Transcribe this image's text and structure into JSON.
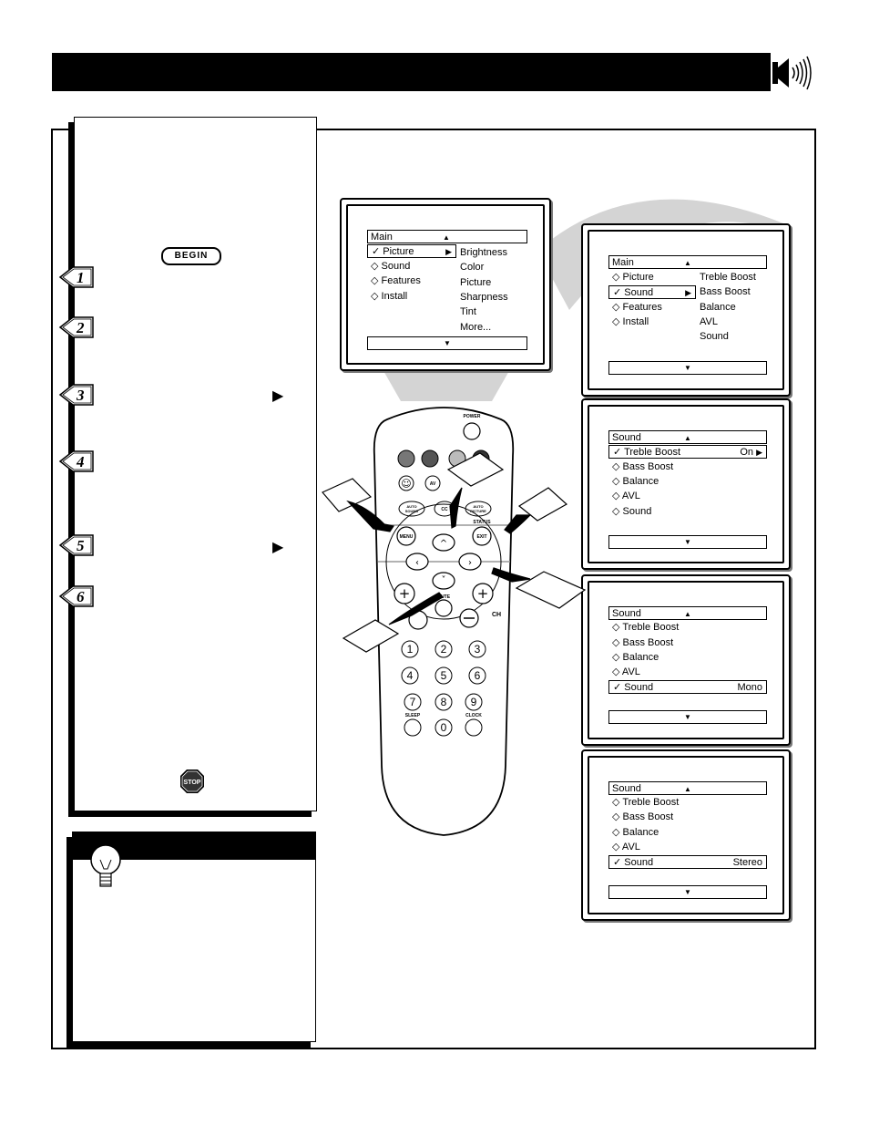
{
  "header": {
    "icon": "speaker-sound-icon"
  },
  "steps_panel": {
    "begin_label": "BEGIN",
    "steps": [
      "1",
      "2",
      "3",
      "4",
      "5",
      "6"
    ],
    "stop_label": "STOP"
  },
  "tip_panel": {
    "icon": "lightbulb-icon"
  },
  "screens": {
    "main_picture": {
      "header": "Main",
      "items": [
        "Picture",
        "Sound",
        "Features",
        "Install"
      ],
      "selected": "Picture",
      "submenu": [
        "Brightness",
        "Color",
        "Picture",
        "Sharpness",
        "Tint",
        "More..."
      ]
    },
    "main_sound": {
      "header": "Main",
      "items": [
        "Picture",
        "Sound",
        "Features",
        "Install"
      ],
      "selected": "Sound",
      "submenu": [
        "Treble Boost",
        "Bass Boost",
        "Balance",
        "AVL",
        "Sound"
      ]
    },
    "sound_treble": {
      "header": "Sound",
      "items": [
        "Treble Boost",
        "Bass Boost",
        "Balance",
        "AVL",
        "Sound"
      ],
      "selected": "Treble Boost",
      "value": "On"
    },
    "sound_mono": {
      "header": "Sound",
      "items": [
        "Treble Boost",
        "Bass Boost",
        "Balance",
        "AVL",
        "Sound"
      ],
      "selected": "Sound",
      "value": "Mono"
    },
    "sound_stereo": {
      "header": "Sound",
      "items": [
        "Treble Boost",
        "Bass Boost",
        "Balance",
        "AVL",
        "Sound"
      ],
      "selected": "Sound",
      "value": "Stereo"
    }
  },
  "remote": {
    "power": "POWER",
    "status": "STATUS",
    "menu": "MENU",
    "exit": "EXIT",
    "mute": "MUTE",
    "ch": "CH",
    "av": "AV",
    "cc": "CC",
    "auto_sound_1": "AUTO",
    "auto_sound_2": "SOUND",
    "auto_picture_1": "AUTO",
    "auto_picture_2": "PICTURE",
    "sleep": "SLEEP",
    "clock": "CLOCK",
    "digits": [
      "1",
      "2",
      "3",
      "4",
      "5",
      "6",
      "7",
      "8",
      "9",
      "0"
    ]
  }
}
